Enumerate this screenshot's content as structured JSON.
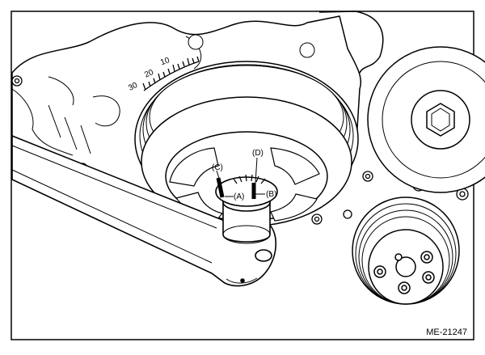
{
  "figure": {
    "scale_labels": [
      "30",
      "20",
      "10"
    ],
    "callouts": {
      "a": "(A)",
      "b": "(B)",
      "c": "(C)",
      "d": "(D)"
    },
    "figure_id": "ME-21247"
  }
}
